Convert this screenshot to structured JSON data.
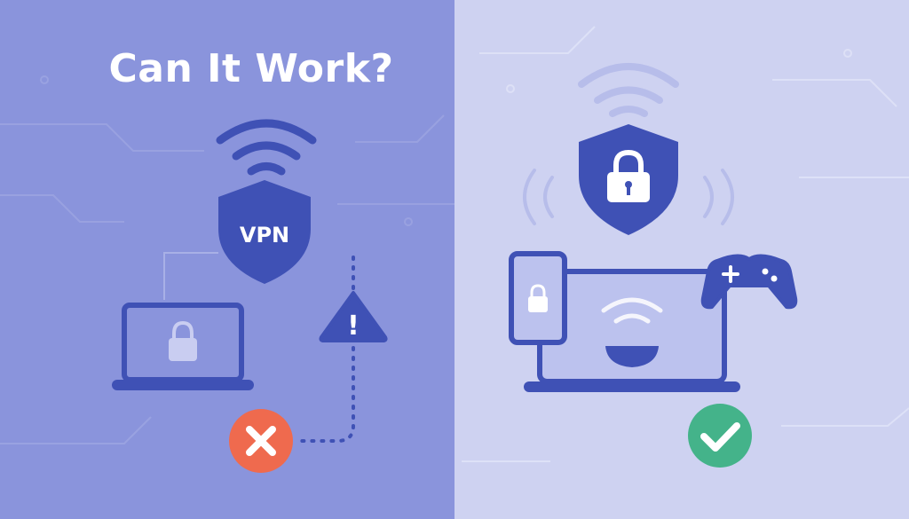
{
  "headline": "Can It Work?",
  "left_panel": {
    "shield_text": "VPN",
    "devices": [
      "laptop",
      "laptop-lock-icon",
      "vpn-shield",
      "wifi-icon"
    ],
    "warning_glyph": "!",
    "status": "fail",
    "status_icon": "x-mark-icon"
  },
  "right_panel": {
    "devices": [
      "lock-shield",
      "smartphone",
      "laptop",
      "game-controller",
      "wifi-icon"
    ],
    "status": "success",
    "status_icon": "check-mark-icon"
  },
  "colors": {
    "left_bg": "#8a94dc",
    "right_bg": "#ced2f1",
    "accent": "#3f51b5",
    "fill_light": "#bcc2ee",
    "fail": "#ef6a4e",
    "success": "#44b38a"
  }
}
